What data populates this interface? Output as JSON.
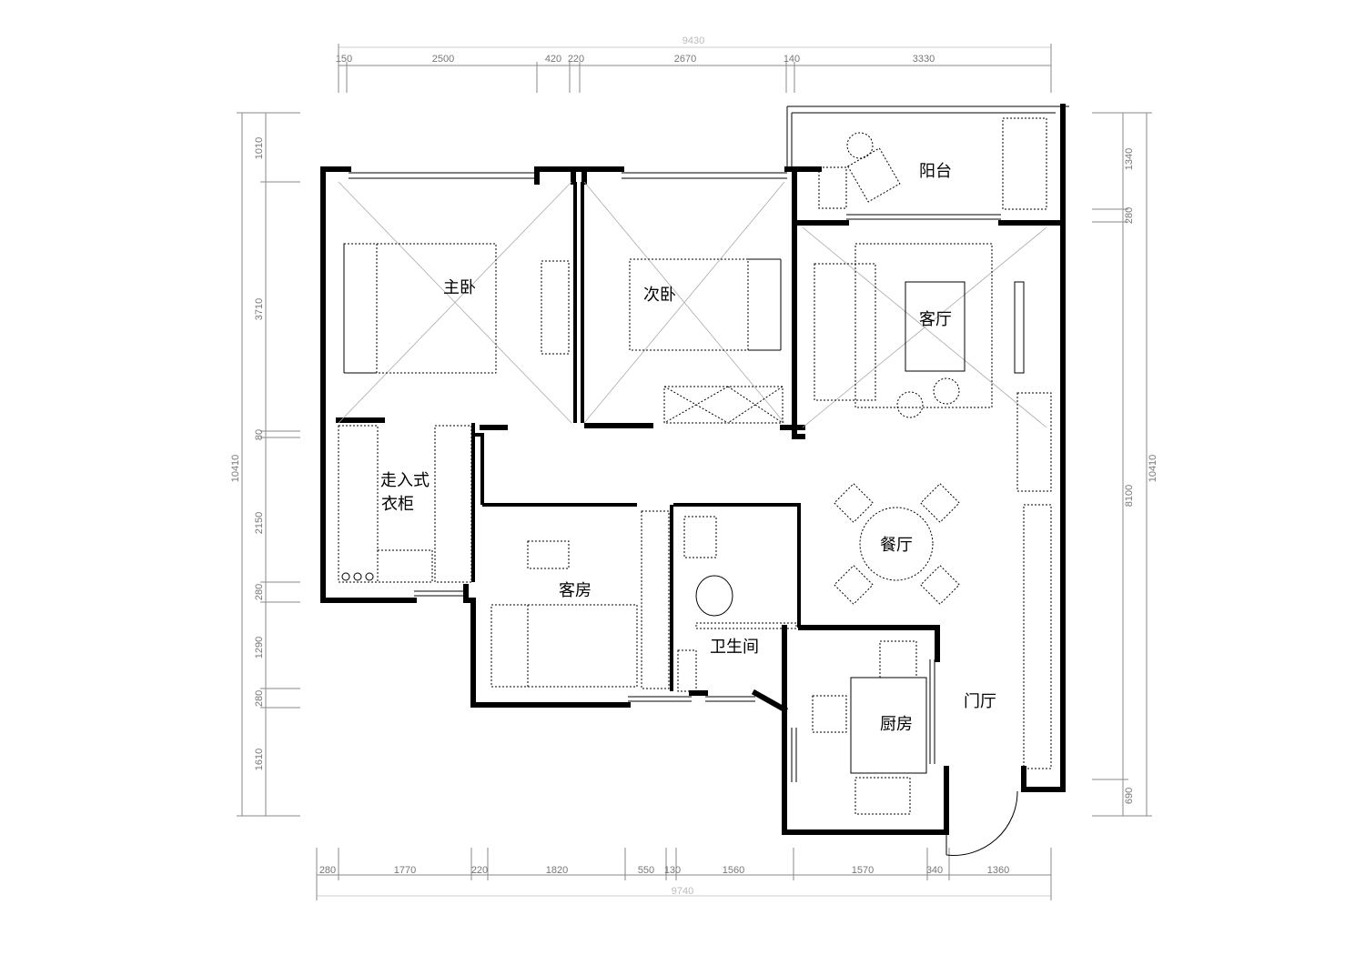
{
  "rooms": {
    "master_bedroom": "主卧",
    "second_bedroom": "次卧",
    "balcony": "阳台",
    "living_room": "客厅",
    "walk_in_closet_line1": "走入式",
    "walk_in_closet_line2": "衣柜",
    "dining_room": "餐厅",
    "guest_room": "客房",
    "bathroom": "卫生间",
    "kitchen": "厨房",
    "foyer": "门厅"
  },
  "dimensions": {
    "top_total": "9430",
    "top": [
      "150",
      "2500",
      "420",
      "220",
      "2670",
      "140",
      "3330"
    ],
    "left_total": "10410",
    "left": [
      "1010",
      "3710",
      "80",
      "2150",
      "280",
      "1290",
      "280",
      "1610"
    ],
    "right_total": "10410",
    "right": [
      "1340",
      "280",
      "8100",
      "690"
    ],
    "bottom_total": "9740",
    "bottom": [
      "280",
      "1770",
      "220",
      "1820",
      "550",
      "130",
      "1560",
      "1570",
      "340",
      "1360"
    ]
  }
}
